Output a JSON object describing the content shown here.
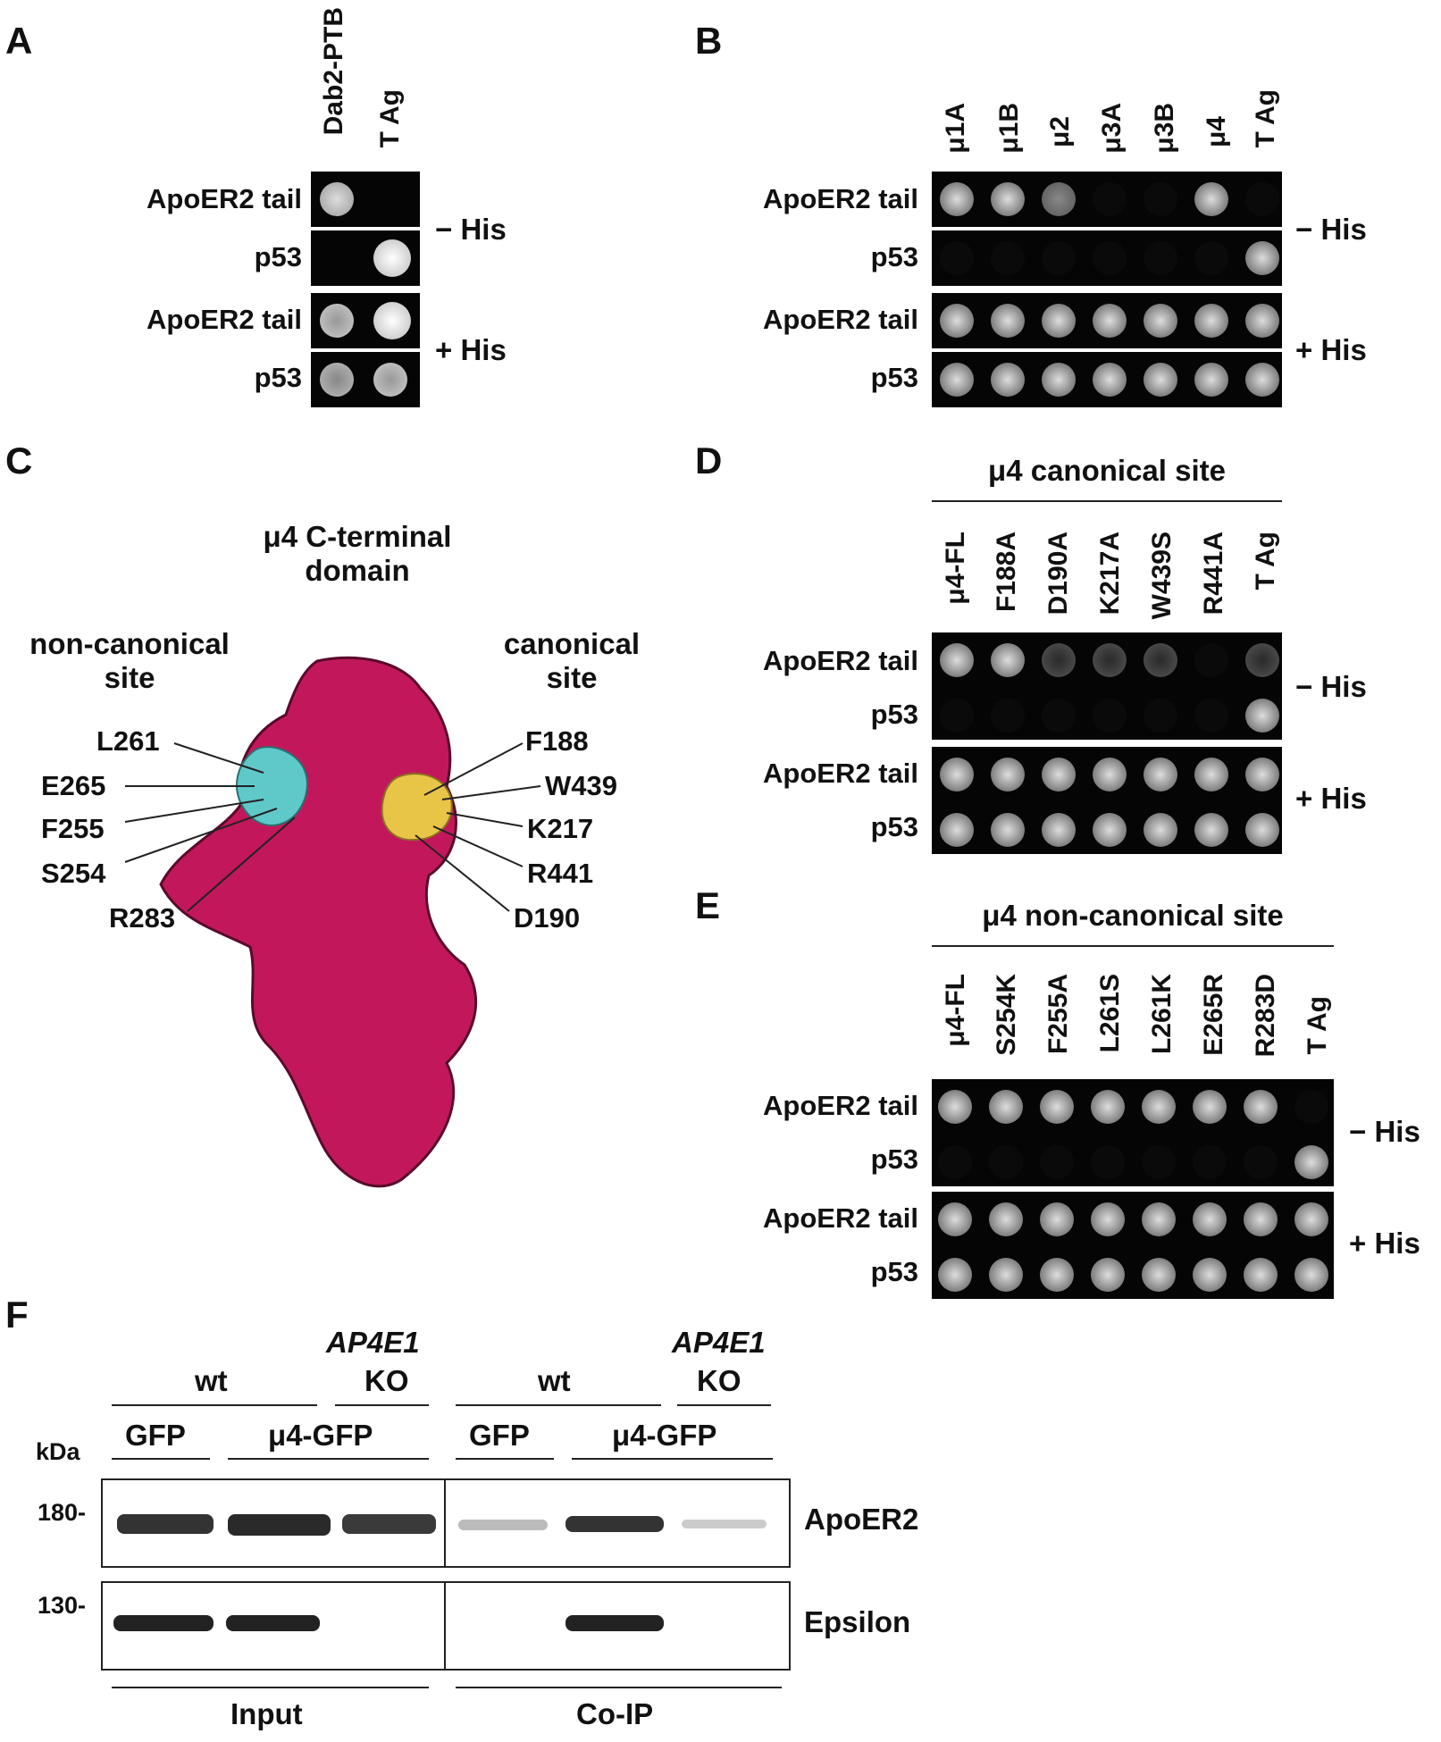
{
  "panels": {
    "A": "A",
    "B": "B",
    "C": "C",
    "D": "D",
    "E": "E",
    "F": "F"
  },
  "rows": {
    "apoer2": "ApoER2 tail",
    "p53": "p53"
  },
  "his": {
    "minus": "− His",
    "plus": "+ His"
  },
  "panelA": {
    "cols": [
      "Dab2-PTB",
      "T Ag"
    ]
  },
  "panelB": {
    "cols": [
      "μ1A",
      "μ1B",
      "μ2",
      "μ3A",
      "μ3B",
      "μ4",
      "T Ag"
    ]
  },
  "panelC": {
    "title_line1": "μ4 C-terminal",
    "title_line2": "domain",
    "noncanon_line1": "non-canonical",
    "noncanon_line2": "site",
    "canon_line1": "canonical",
    "canon_line2": "site",
    "left_residues": [
      "L261",
      "E265",
      "F255",
      "S254",
      "R283"
    ],
    "right_residues": [
      "F188",
      "W439",
      "K217",
      "R441",
      "D190"
    ]
  },
  "panelD": {
    "header": "μ4 canonical site",
    "cols": [
      "μ4-FL",
      "F188A",
      "D190A",
      "K217A",
      "W439S",
      "R441A",
      "T Ag"
    ]
  },
  "panelE": {
    "header": "μ4 non-canonical site",
    "cols": [
      "μ4-FL",
      "S254K",
      "F255A",
      "L261S",
      "L261K",
      "E265R",
      "R283D",
      "T Ag"
    ]
  },
  "panelF": {
    "ap4e1": "AP4E1",
    "ko": "KO",
    "wt": "wt",
    "gfp": "GFP",
    "mu4gfp": "μ4-GFP",
    "kda": "kDa",
    "mw180": "180-",
    "mw130": "130-",
    "band1": "ApoER2",
    "band2": "Epsilon",
    "input": "Input",
    "coip": "Co-IP"
  },
  "colors": {
    "surface": "#c2185b",
    "canonical": "#e8c547",
    "noncanonical": "#5fc9c9"
  }
}
